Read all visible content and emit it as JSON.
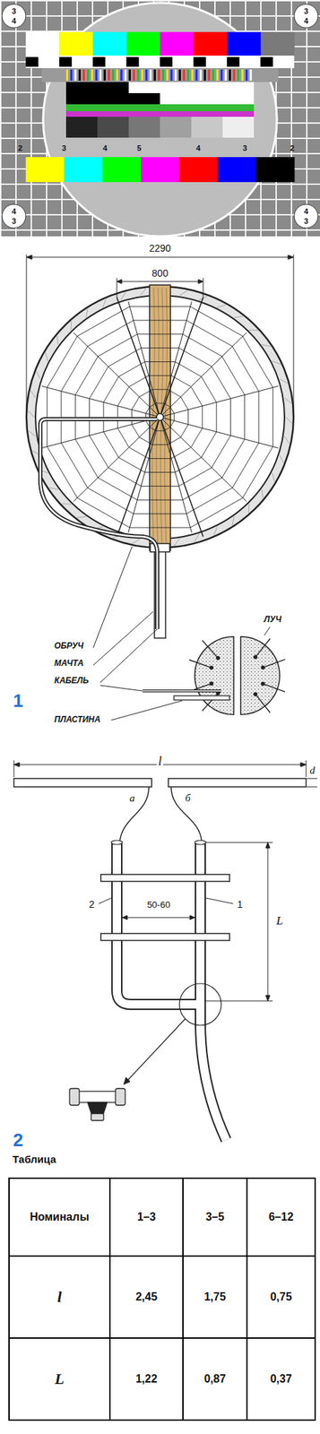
{
  "diagram": {
    "labels": [
      "3",
      "4",
      "3",
      "4",
      "2",
      "3",
      "4",
      "5",
      "4",
      "3",
      "2",
      "4",
      "3",
      "4",
      "3",
      "2290",
      "800",
      "ОБРУЧ",
      "МАЧТА",
      "КАБЕЛЬ",
      "ПЛАСТИНА",
      "ЛУЧ",
      "1",
      "l",
      "d",
      "а",
      "б",
      "2",
      "1",
      "50-60",
      "L",
      "2",
      "Таблица",
      "Номиналы",
      "1–3",
      "3–5",
      "6–12",
      "l",
      "2,45",
      "1,75",
      "0,75",
      "L",
      "1,22",
      "0,87",
      "0,37"
    ]
  }
}
